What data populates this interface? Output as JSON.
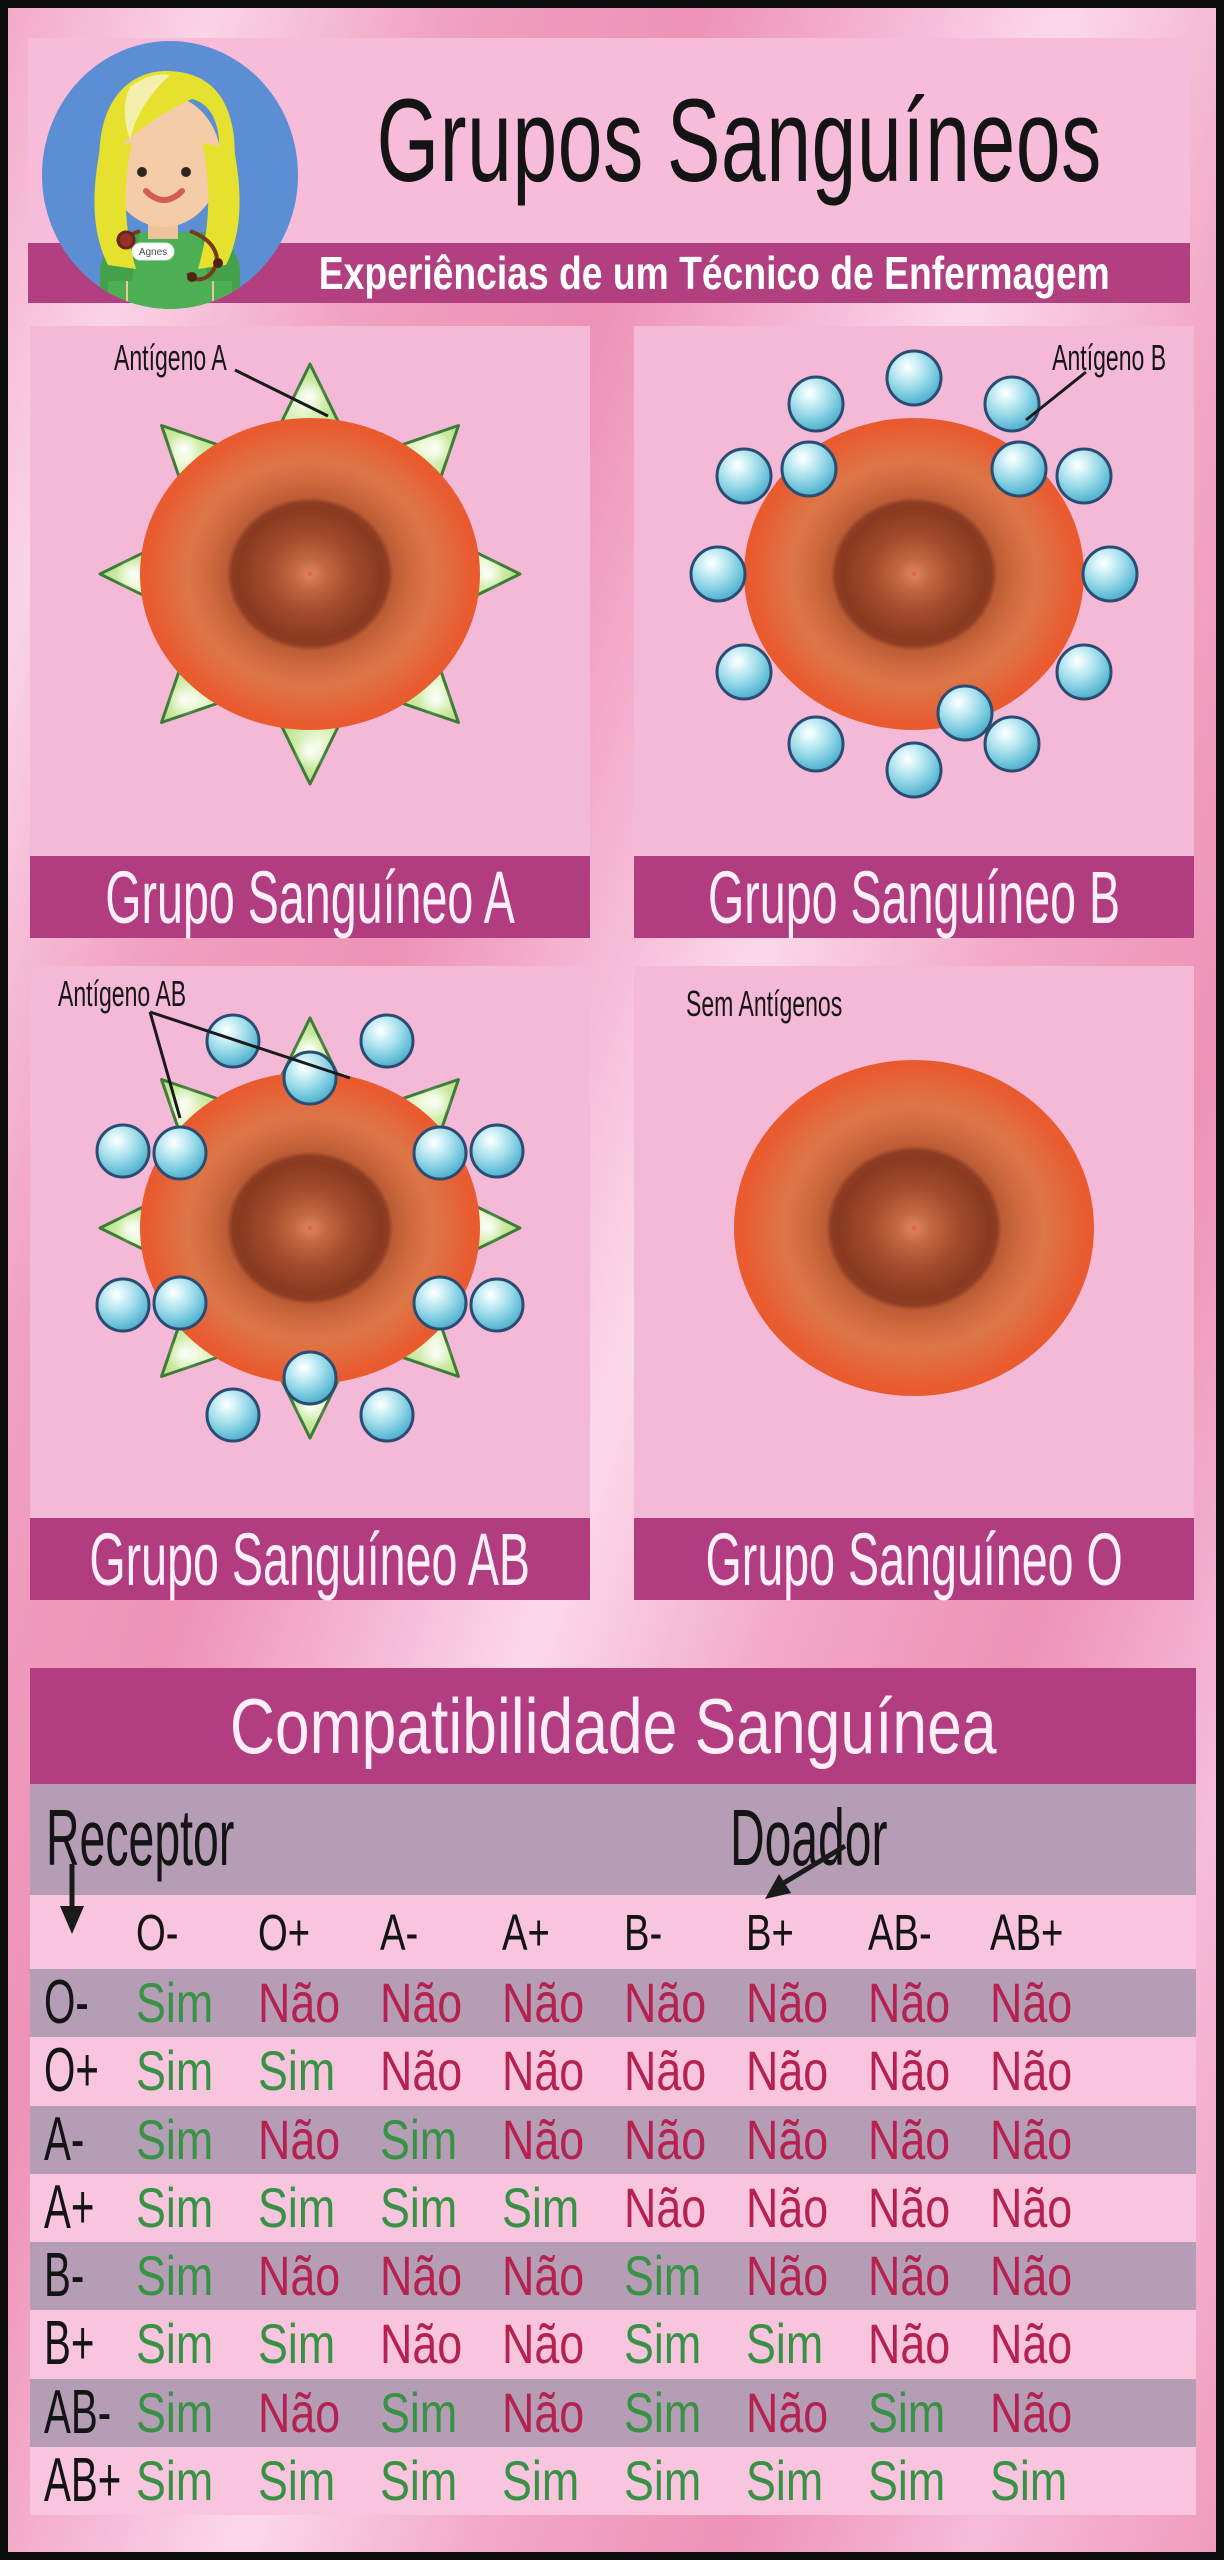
{
  "header": {
    "title": "Grupos Sanguíneos",
    "subtitle": "Experiências de um Técnico de Enfermagem",
    "avatar": {
      "badge": "Agnes"
    }
  },
  "panels": [
    {
      "id": "a",
      "antigen_label": "Antígeno A",
      "caption": "Grupo Sanguíneo A",
      "antigen_type": "green-spikes"
    },
    {
      "id": "b",
      "antigen_label": "Antígeno B",
      "caption": "Grupo Sanguíneo B",
      "antigen_type": "blue-spheres"
    },
    {
      "id": "ab",
      "antigen_label": "Antígeno AB",
      "caption": "Grupo Sanguíneo AB",
      "antigen_type": "green-spikes-and-blue-spheres"
    },
    {
      "id": "o",
      "antigen_label": "Sem Antígenos",
      "caption": "Grupo Sanguíneo O",
      "antigen_type": "none"
    }
  ],
  "compatibility": {
    "title": "Compatibilidade Sanguínea",
    "receptor_label": "Receptor",
    "doador_label": "Doador",
    "yes_text": "Sim",
    "no_text": "Não",
    "columns": [
      "O-",
      "O+",
      "A-",
      "A+",
      "B-",
      "B+",
      "AB-",
      "AB+"
    ],
    "rows": [
      {
        "label": "O-",
        "values": [
          "Sim",
          "Não",
          "Não",
          "Não",
          "Não",
          "Não",
          "Não",
          "Não"
        ]
      },
      {
        "label": "O+",
        "values": [
          "Sim",
          "Sim",
          "Não",
          "Não",
          "Não",
          "Não",
          "Não",
          "Não"
        ]
      },
      {
        "label": "A-",
        "values": [
          "Sim",
          "Não",
          "Sim",
          "Não",
          "Não",
          "Não",
          "Não",
          "Não"
        ]
      },
      {
        "label": "A+",
        "values": [
          "Sim",
          "Sim",
          "Sim",
          "Sim",
          "Não",
          "Não",
          "Não",
          "Não"
        ]
      },
      {
        "label": "B-",
        "values": [
          "Sim",
          "Não",
          "Não",
          "Não",
          "Sim",
          "Não",
          "Não",
          "Não"
        ]
      },
      {
        "label": "B+",
        "values": [
          "Sim",
          "Sim",
          "Não",
          "Não",
          "Sim",
          "Sim",
          "Não",
          "Não"
        ]
      },
      {
        "label": "AB-",
        "values": [
          "Sim",
          "Não",
          "Sim",
          "Não",
          "Sim",
          "Não",
          "Sim",
          "Não"
        ]
      },
      {
        "label": "AB+",
        "values": [
          "Sim",
          "Sim",
          "Sim",
          "Sim",
          "Sim",
          "Sim",
          "Sim",
          "Sim"
        ]
      }
    ]
  },
  "colors": {
    "magenta_bar": "#b23d80",
    "panel_pink": "#f5b9d8",
    "outer_pink": "#ef9aba",
    "mauve_band": "#b59db6",
    "table_pink": "#f8c4de",
    "sim_green": "#379245",
    "nao_red": "#b52250",
    "cell_red": "#e85c31",
    "antigen_green": "#a2d276",
    "antigen_blue": "#8fd4e6",
    "avatar_blue": "#5b8ed3"
  }
}
